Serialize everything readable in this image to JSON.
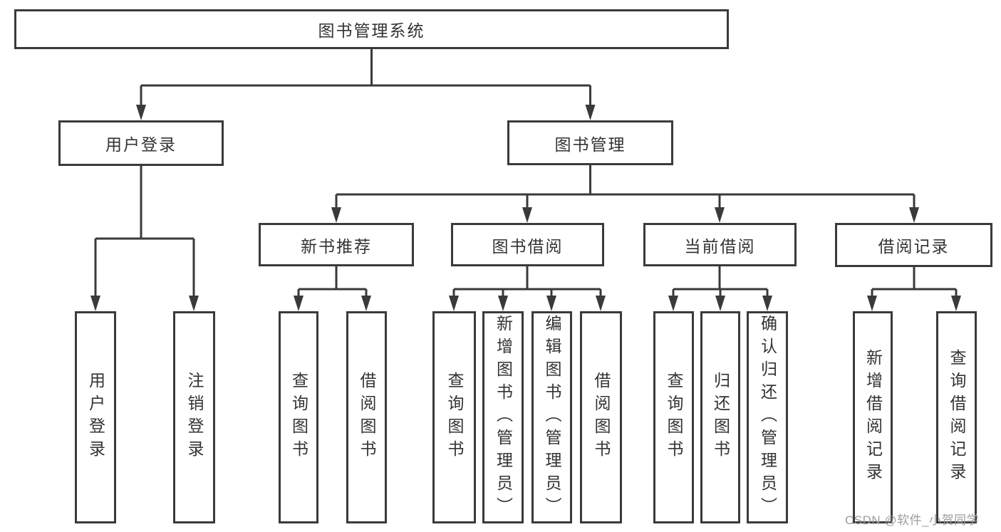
{
  "tree": {
    "label": "图书管理系统",
    "children": [
      {
        "label": "用户登录",
        "children": [
          {
            "label": "用户登录"
          },
          {
            "label": "注销登录"
          }
        ]
      },
      {
        "label": "图书管理",
        "children": [
          {
            "label": "新书推荐",
            "children": [
              {
                "label": "查询图书"
              },
              {
                "label": "借阅图书"
              }
            ]
          },
          {
            "label": "图书借阅",
            "children": [
              {
                "label": "查询图书"
              },
              {
                "label": "新增图书（管理员）"
              },
              {
                "label": "编辑图书（管理员）"
              },
              {
                "label": "借阅图书"
              }
            ]
          },
          {
            "label": "当前借阅",
            "children": [
              {
                "label": "查询图书"
              },
              {
                "label": "归还图书"
              },
              {
                "label": "确认归还（管理员）"
              }
            ]
          },
          {
            "label": "借阅记录",
            "children": [
              {
                "label": "新增借阅记录"
              },
              {
                "label": "查询借阅记录"
              }
            ]
          }
        ]
      }
    ]
  },
  "watermark": {
    "text": "CSDN @软件_小贺同学"
  },
  "colors": {
    "line": "#3a3a3a",
    "border": "#3a3a3a",
    "text": "#333333",
    "watermark": "#9c9c9c",
    "background": "#ffffff"
  }
}
